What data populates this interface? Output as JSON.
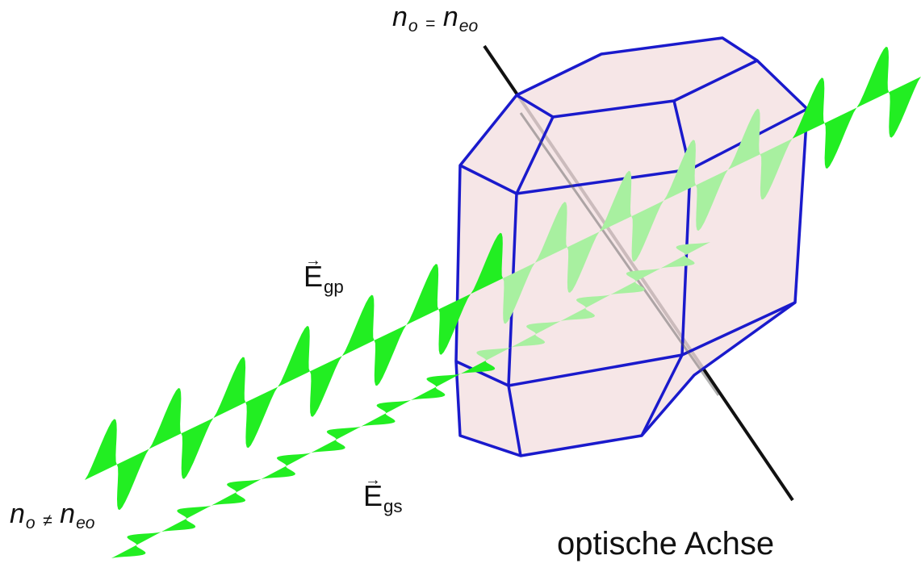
{
  "labels": {
    "top": {
      "n": "n",
      "n_sub": "o",
      "eq": "=",
      "n2": "n",
      "n2_sub": "eo"
    },
    "bottom_left": {
      "n": "n",
      "n_sub": "o",
      "neq": "≠",
      "n2": "n",
      "n2_sub": "eo"
    },
    "e_gp": {
      "letter": "E",
      "sub": "gp",
      "arrow": "→"
    },
    "e_gs": {
      "letter": "E",
      "sub": "gs",
      "arrow": "→"
    },
    "axis": "optische Achse"
  },
  "colors": {
    "wave": "#22ee22",
    "wave_faded": "#a8f0a0",
    "crystal_edge": "#1a1acc",
    "crystal_fill": "#f4e0e2",
    "axis": "#111111"
  }
}
